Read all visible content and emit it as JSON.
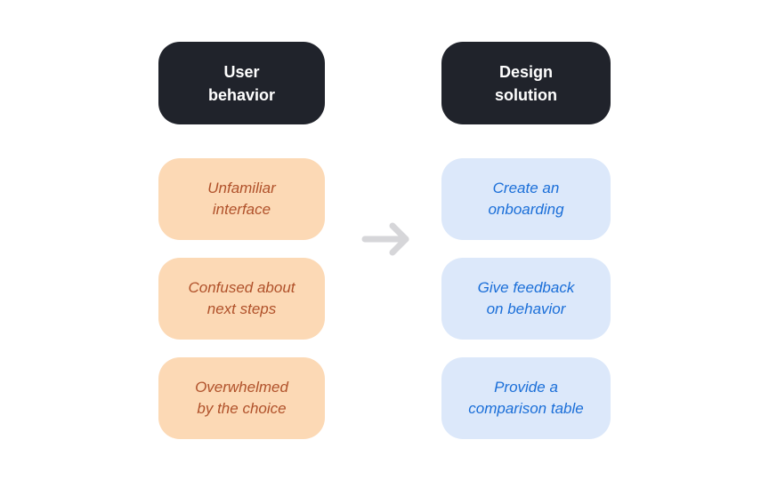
{
  "diagram": {
    "left_column": {
      "header": "User\nbehavior",
      "items": [
        "Unfamiliar\ninterface",
        "Confused about\nnext steps",
        "Overwhelmed\nby the choice"
      ]
    },
    "right_column": {
      "header": "Design\nsolution",
      "items": [
        "Create an\nonboarding",
        "Give feedback\non behavior",
        "Provide a\ncomparison table"
      ]
    },
    "arrow_icon": "right-arrow",
    "colors": {
      "header_background": "#20232b",
      "header_text": "#ffffff",
      "behavior_box_background": "#fcd9b5",
      "behavior_box_text": "#b0512a",
      "solution_box_background": "#dce8fa",
      "solution_box_text": "#1a6ed8",
      "arrow": "#d6d6d9",
      "page_background": "#ffffff"
    }
  }
}
